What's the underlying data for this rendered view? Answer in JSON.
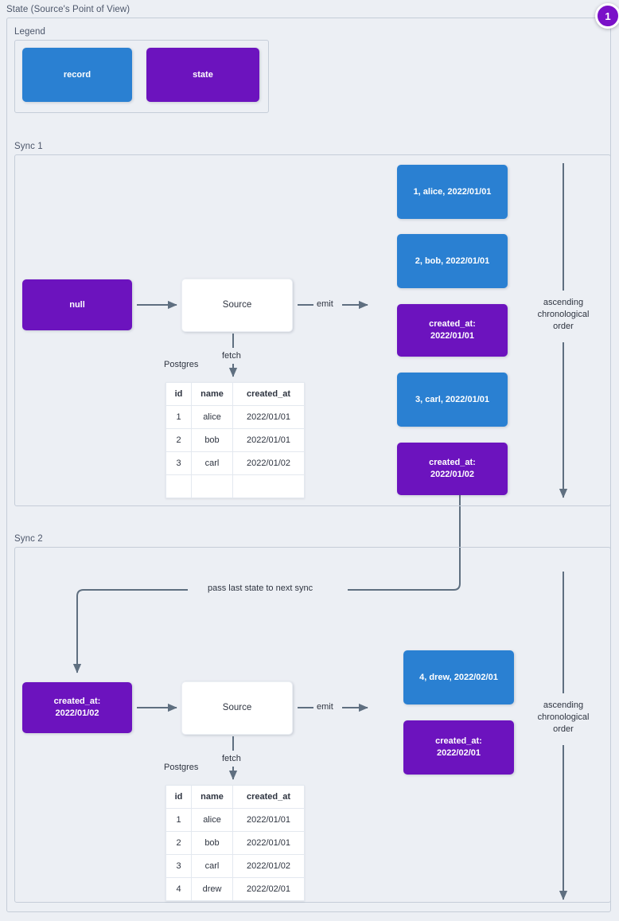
{
  "page": {
    "title": "State (Source's Point of View)",
    "badge": "1",
    "colors": {
      "record": "#2a80d2",
      "state": "#6c13be",
      "background": "#eceff4",
      "wire": "#5f6f80",
      "badge": "#7a10c8"
    }
  },
  "legend": {
    "title": "Legend",
    "items": [
      {
        "label": "record",
        "kind": "record"
      },
      {
        "label": "state",
        "kind": "state"
      }
    ]
  },
  "sync1": {
    "title": "Sync 1",
    "input_state": "null",
    "source_label": "Source",
    "fetch_label": "fetch",
    "emit_label": "emit",
    "db_label": "Postgres",
    "order_label": "ascending\nchronological\norder",
    "table": {
      "columns": [
        "id",
        "name",
        "created_at"
      ],
      "rows": [
        [
          "1",
          "alice",
          "2022/01/01"
        ],
        [
          "2",
          "bob",
          "2022/01/01"
        ],
        [
          "3",
          "carl",
          "2022/01/02"
        ],
        [
          "",
          "",
          ""
        ]
      ]
    },
    "emitted": [
      {
        "kind": "record",
        "label": "1, alice, 2022/01/01"
      },
      {
        "kind": "record",
        "label": "2, bob, 2022/01/01"
      },
      {
        "kind": "state",
        "label": "created_at:\n2022/01/01"
      },
      {
        "kind": "record",
        "label": "3, carl, 2022/01/01"
      },
      {
        "kind": "state",
        "label": "created_at:\n2022/01/02"
      }
    ]
  },
  "sync2": {
    "title": "Sync 2",
    "input_state": "created_at:\n2022/01/02",
    "source_label": "Source",
    "fetch_label": "fetch",
    "emit_label": "emit",
    "db_label": "Postgres",
    "pass_state_label": "pass last state to next sync",
    "order_label": "ascending\nchronological\norder",
    "table": {
      "columns": [
        "id",
        "name",
        "created_at"
      ],
      "rows": [
        [
          "1",
          "alice",
          "2022/01/01"
        ],
        [
          "2",
          "bob",
          "2022/01/01"
        ],
        [
          "3",
          "carl",
          "2022/01/02"
        ],
        [
          "4",
          "drew",
          "2022/02/01"
        ]
      ]
    },
    "emitted": [
      {
        "kind": "record",
        "label": "4, drew, 2022/02/01"
      },
      {
        "kind": "state",
        "label": "created_at:\n2022/02/01"
      }
    ]
  }
}
